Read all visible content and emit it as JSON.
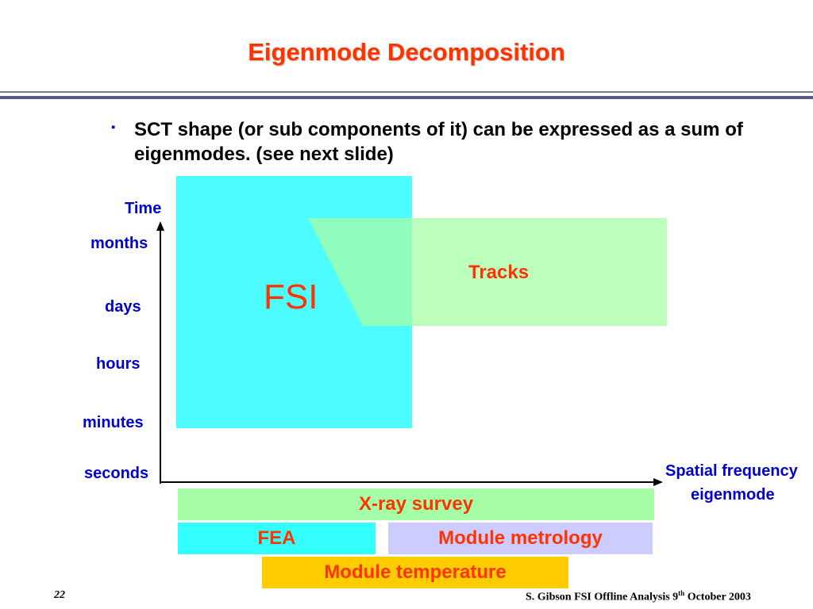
{
  "title": "Eigenmode Decomposition",
  "bullet": {
    "marker": "▪",
    "text": "SCT shape (or sub components of it) can be expressed as a sum of eigenmodes. (see next slide)"
  },
  "diagram": {
    "y_axis_title": "Time",
    "y_axis_labels": [
      "months",
      "days",
      "hours",
      "minutes",
      "seconds"
    ],
    "x_axis_title_line1": "Spatial frequency",
    "x_axis_title_line2": "eigenmode",
    "regions": {
      "fsi": "FSI",
      "tracks": "Tracks"
    },
    "bands": {
      "xray": "X-ray survey",
      "fea": "FEA",
      "metrology": "Module metrology",
      "temperature": "Module temperature"
    },
    "colors": {
      "fsi": "#4dfcff",
      "tracks": "#a6ffa6",
      "xray": "#a6ffa6",
      "fea": "#33ffff",
      "metrology": "#ccccff",
      "temperature": "#ffcc00",
      "label_red": "#ff3300",
      "label_blue": "#0000cc"
    }
  },
  "footer": {
    "page_number": "22",
    "credit_before_sup": "S. Gibson  FSI Offline Analysis  9",
    "credit_sup": "th",
    "credit_after_sup": " October 2003"
  }
}
